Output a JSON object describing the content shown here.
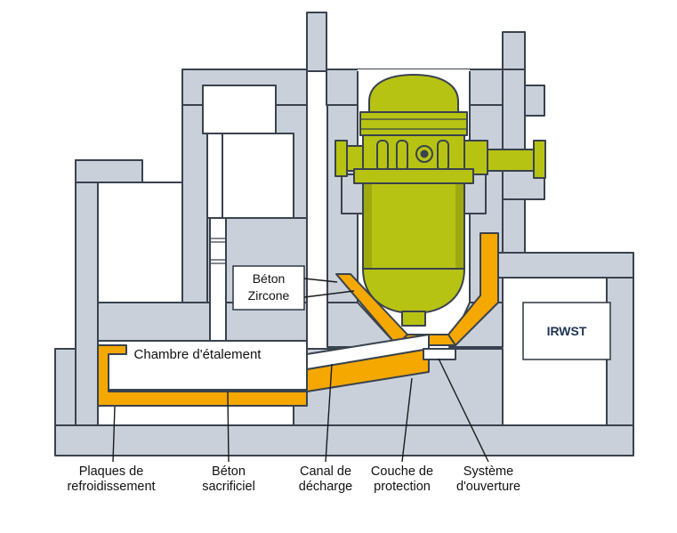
{
  "colors": {
    "concrete": "#c9d0da",
    "outline": "#39424e",
    "orange": "#f5a800",
    "vessel_green": "#b7c313",
    "vessel_green_dark": "#9da90f",
    "irwst_blue": "#8ecae6",
    "white": "#ffffff",
    "text": "#111111"
  },
  "labels": {
    "beton_zircone": {
      "line1": "Béton",
      "line2": "Zircone"
    },
    "chambre": "Chambre d'étalement",
    "irwst": "IRWST",
    "plaques": {
      "line1": "Plaques de",
      "line2": "refroidissement"
    },
    "beton_sacrificiel": {
      "line1": "Béton",
      "line2": "sacrificiel"
    },
    "canal": {
      "line1": "Canal de",
      "line2": "décharge"
    },
    "couche": {
      "line1": "Couche de",
      "line2": "protection"
    },
    "systeme": {
      "line1": "Système",
      "line2": "d'ouverture"
    }
  }
}
